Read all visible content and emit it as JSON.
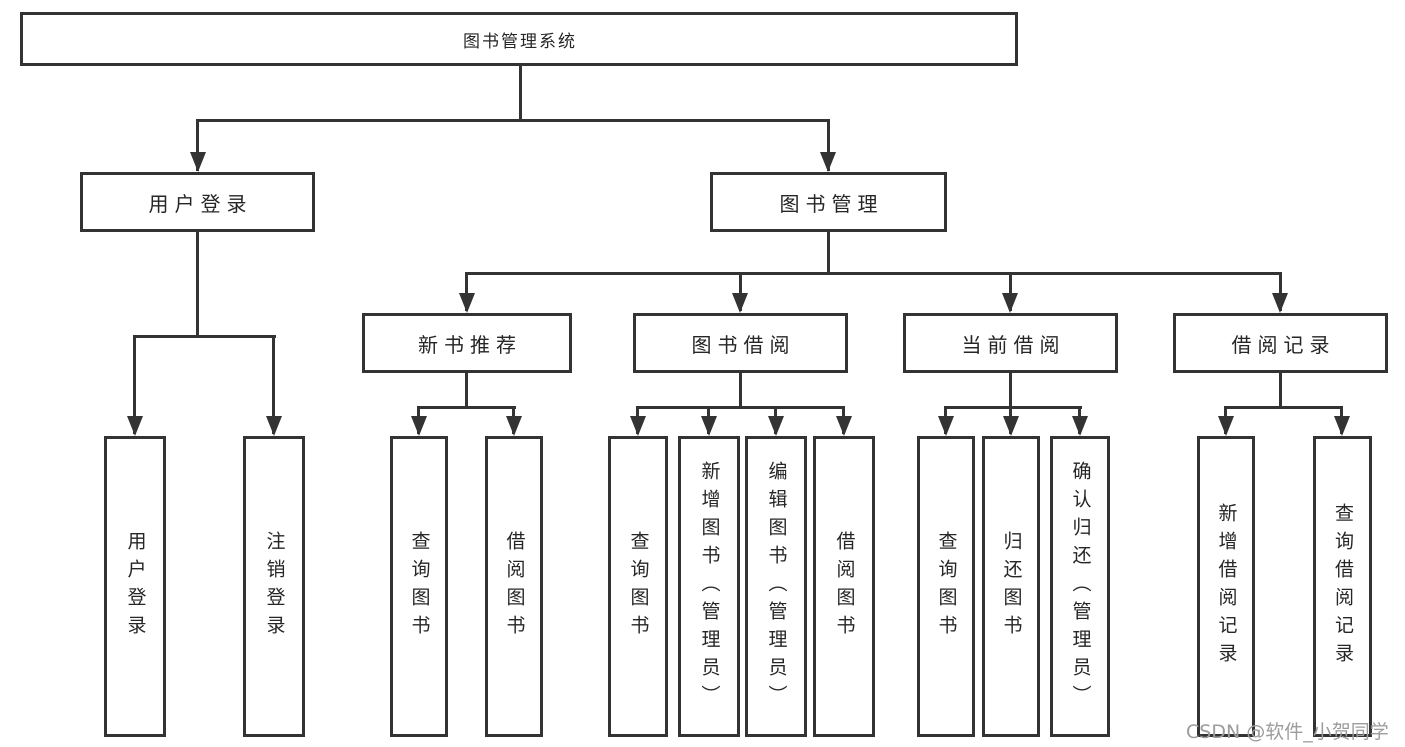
{
  "colors": {
    "line": "#333333",
    "box_border": "#333333",
    "text": "#262626",
    "background": "#ffffff",
    "watermark": "#9c9c9c"
  },
  "nodes": {
    "root": "图书管理系统",
    "level2": [
      "用户登录",
      "图书管理"
    ],
    "level3": [
      "新书推荐",
      "图书借阅",
      "当前借阅",
      "借阅记录"
    ],
    "leaves_user": [
      "用户登录",
      "注销登录"
    ],
    "leaves_newbook": [
      "查询图书",
      "借阅图书"
    ],
    "leaves_borrow": [
      "查询图书",
      "新增图书（管理员）",
      "编辑图书（管理员）",
      "借阅图书"
    ],
    "leaves_current": [
      "查询图书",
      "归还图书",
      "确认归还（管理员）"
    ],
    "leaves_records": [
      "新增借阅记录",
      "查询借阅记录"
    ]
  },
  "watermark": {
    "text": "CSDN @软件_小贺同学"
  }
}
